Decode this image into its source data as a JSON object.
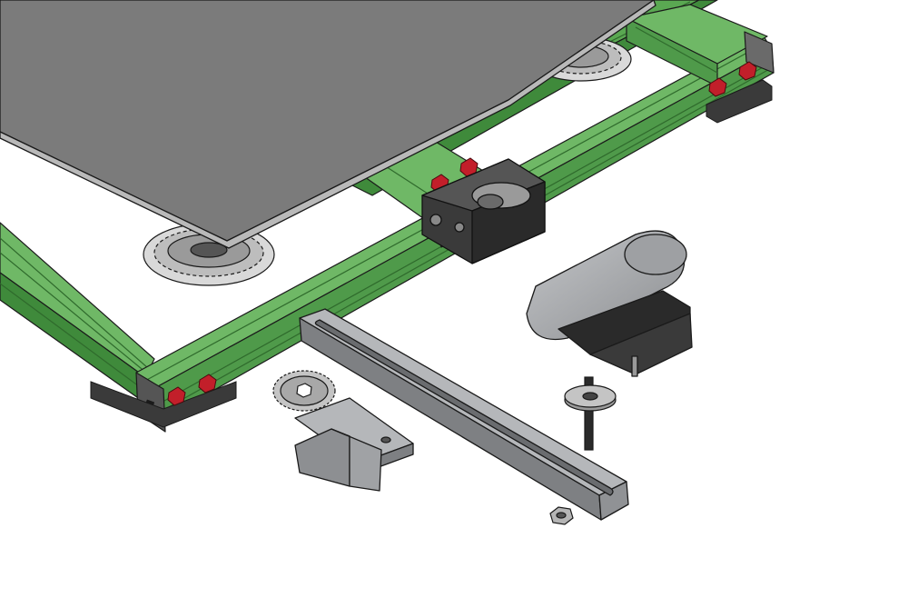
{
  "figure": {
    "kind": "exploded isometric CAD assembly",
    "view": "isometric",
    "background": "#ffffff"
  },
  "colors": {
    "extrusion": "#4f9a4a",
    "extrusion_dark": "#2f6a2c",
    "extrusion_light": "#6fb866",
    "bed_plate": "#7b7b7b",
    "bed_edge": "#b9b9b9",
    "part_grey": "#a6a8ab",
    "part_grey_dark": "#76787b",
    "bracket_black": "#3a3a3a",
    "nut_red": "#c21f2a",
    "outline": "#1a1a1a"
  },
  "parts": [
    {
      "name": "bed-plate",
      "icon": "plate-icon"
    },
    {
      "name": "extrusion-frame",
      "icon": "aluminum-profile-icon"
    },
    {
      "name": "t-nuts",
      "icon": "t-nut-icon"
    },
    {
      "name": "chain-sprockets",
      "icon": "chain-sprocket-icon"
    },
    {
      "name": "center-bracket",
      "icon": "bracket-icon"
    },
    {
      "name": "motor-housing",
      "icon": "motor-icon"
    },
    {
      "name": "drive-sprocket",
      "icon": "sprocket-icon"
    },
    {
      "name": "sprocket-mount",
      "icon": "mount-icon"
    },
    {
      "name": "slotted-arm",
      "icon": "slotted-bar-icon"
    },
    {
      "name": "shaft-spacer",
      "icon": "shaft-icon"
    },
    {
      "name": "hex-nut",
      "icon": "hex-nut-icon"
    }
  ]
}
